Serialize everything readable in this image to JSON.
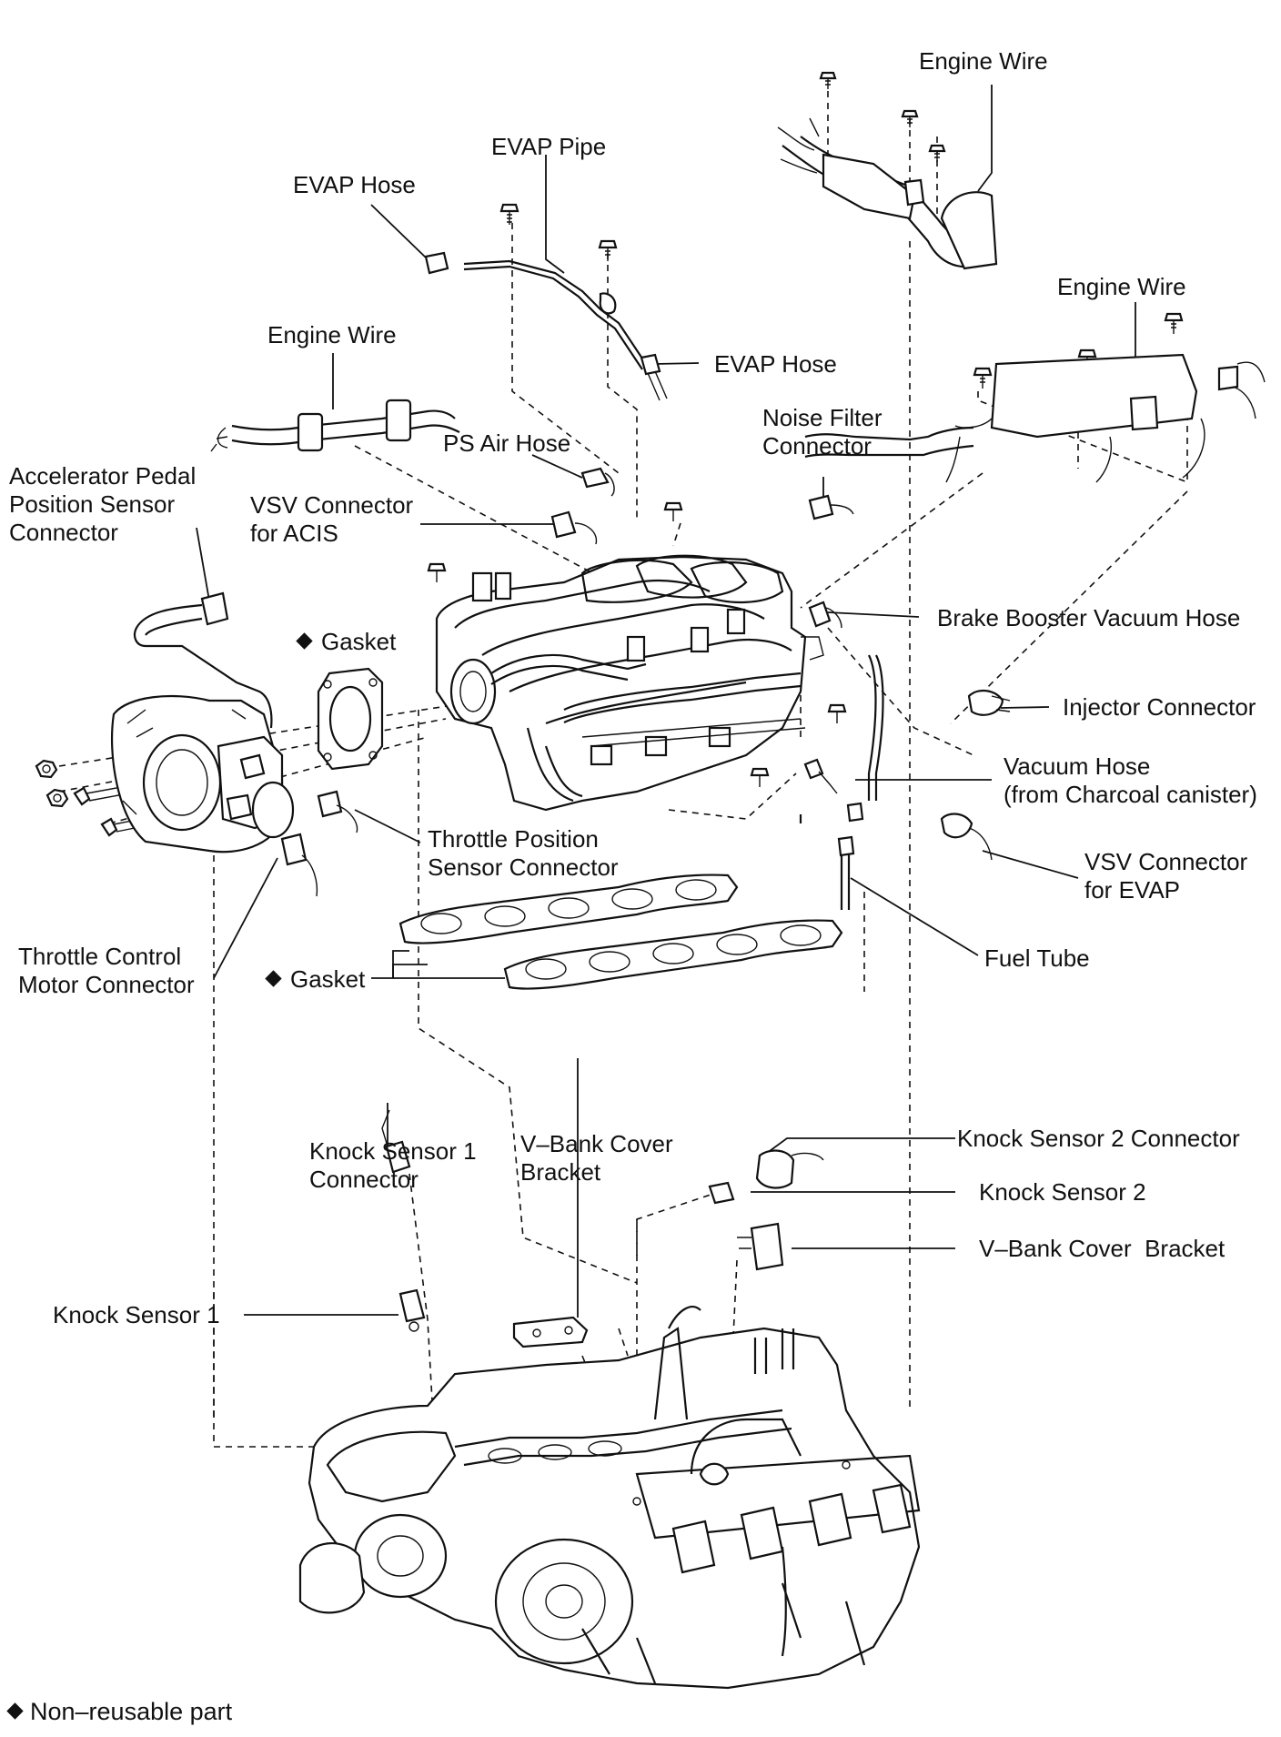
{
  "labels": {
    "engine_wire_top": "Engine Wire",
    "evap_pipe": "EVAP Pipe",
    "evap_hose_left": "EVAP Hose",
    "engine_wire_right": "Engine Wire",
    "engine_wire_left": "Engine Wire",
    "evap_hose_right": "EVAP Hose",
    "noise_filter_connector": [
      "Noise Filter",
      "Connector"
    ],
    "ps_air_hose": "PS Air Hose",
    "accelerator_pedal_connector": [
      "Accelerator Pedal",
      "Position Sensor",
      "Connector"
    ],
    "vsv_connector_acis": [
      "VSV Connector",
      "for ACIS"
    ],
    "gasket_upper": "Gasket",
    "brake_booster_vacuum_hose": "Brake Booster Vacuum Hose",
    "injector_connector": "Injector Connector",
    "vacuum_hose": [
      "Vacuum Hose",
      "(from Charcoal canister)"
    ],
    "throttle_position_connector": [
      "Throttle Position",
      "Sensor Connector"
    ],
    "vsv_connector_evap": [
      "VSV Connector",
      "for EVAP"
    ],
    "throttle_control_motor_connector": [
      "Throttle Control",
      "Motor Connector"
    ],
    "gasket_lower": "Gasket",
    "fuel_tube": "Fuel Tube",
    "knock_sensor_1_connector": [
      "Knock Sensor 1",
      "Connector"
    ],
    "v_bank_cover_bracket_left": [
      "V–Bank Cover",
      "Bracket"
    ],
    "knock_sensor_2_connector": "Knock Sensor 2 Connector",
    "knock_sensor_2": "Knock Sensor 2",
    "v_bank_cover_bracket_right": "V–Bank Cover  Bracket",
    "knock_sensor_1": "Knock Sensor 1"
  },
  "legend": {
    "symbol": "diamond",
    "text": "Non–reusable part"
  }
}
